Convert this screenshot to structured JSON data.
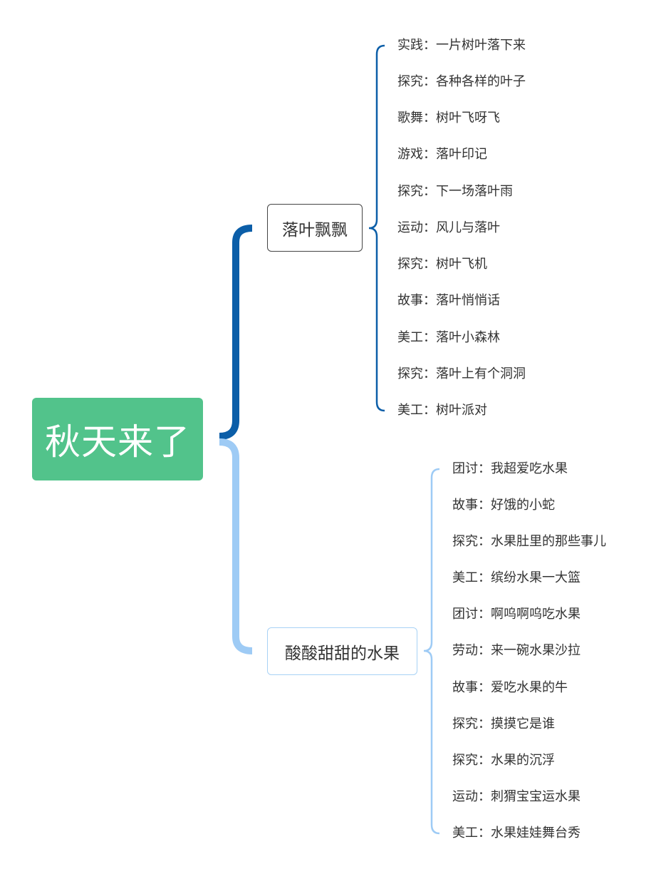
{
  "root": {
    "label": "秋天来了"
  },
  "colors": {
    "root_fill": "#52c38b",
    "branch1_line": "#0b5ea8",
    "branch2_line": "#9ecbf5"
  },
  "branches": [
    {
      "label": "落叶飘飘",
      "items": [
        "实践：一片树叶落下来",
        "探究：各种各样的叶子",
        "歌舞：树叶飞呀飞",
        "游戏：落叶印记",
        "探究：下一场落叶雨",
        "运动：风儿与落叶",
        "探究：树叶飞机",
        "故事：落叶悄悄话",
        "美工：落叶小森林",
        "探究：落叶上有个洞洞",
        "美工：树叶派对"
      ]
    },
    {
      "label": "酸酸甜甜的水果",
      "items": [
        "团讨：我超爱吃水果",
        "故事：好饿的小蛇",
        "探究：水果肚里的那些事儿",
        "美工：缤纷水果一大篮",
        "团讨：啊呜啊呜吃水果",
        "劳动：来一碗水果沙拉",
        "故事：爱吃水果的牛",
        "探究：摸摸它是谁",
        "探究：水果的沉浮",
        "运动：刺猬宝宝运水果",
        "美工：水果娃娃舞台秀"
      ]
    }
  ]
}
